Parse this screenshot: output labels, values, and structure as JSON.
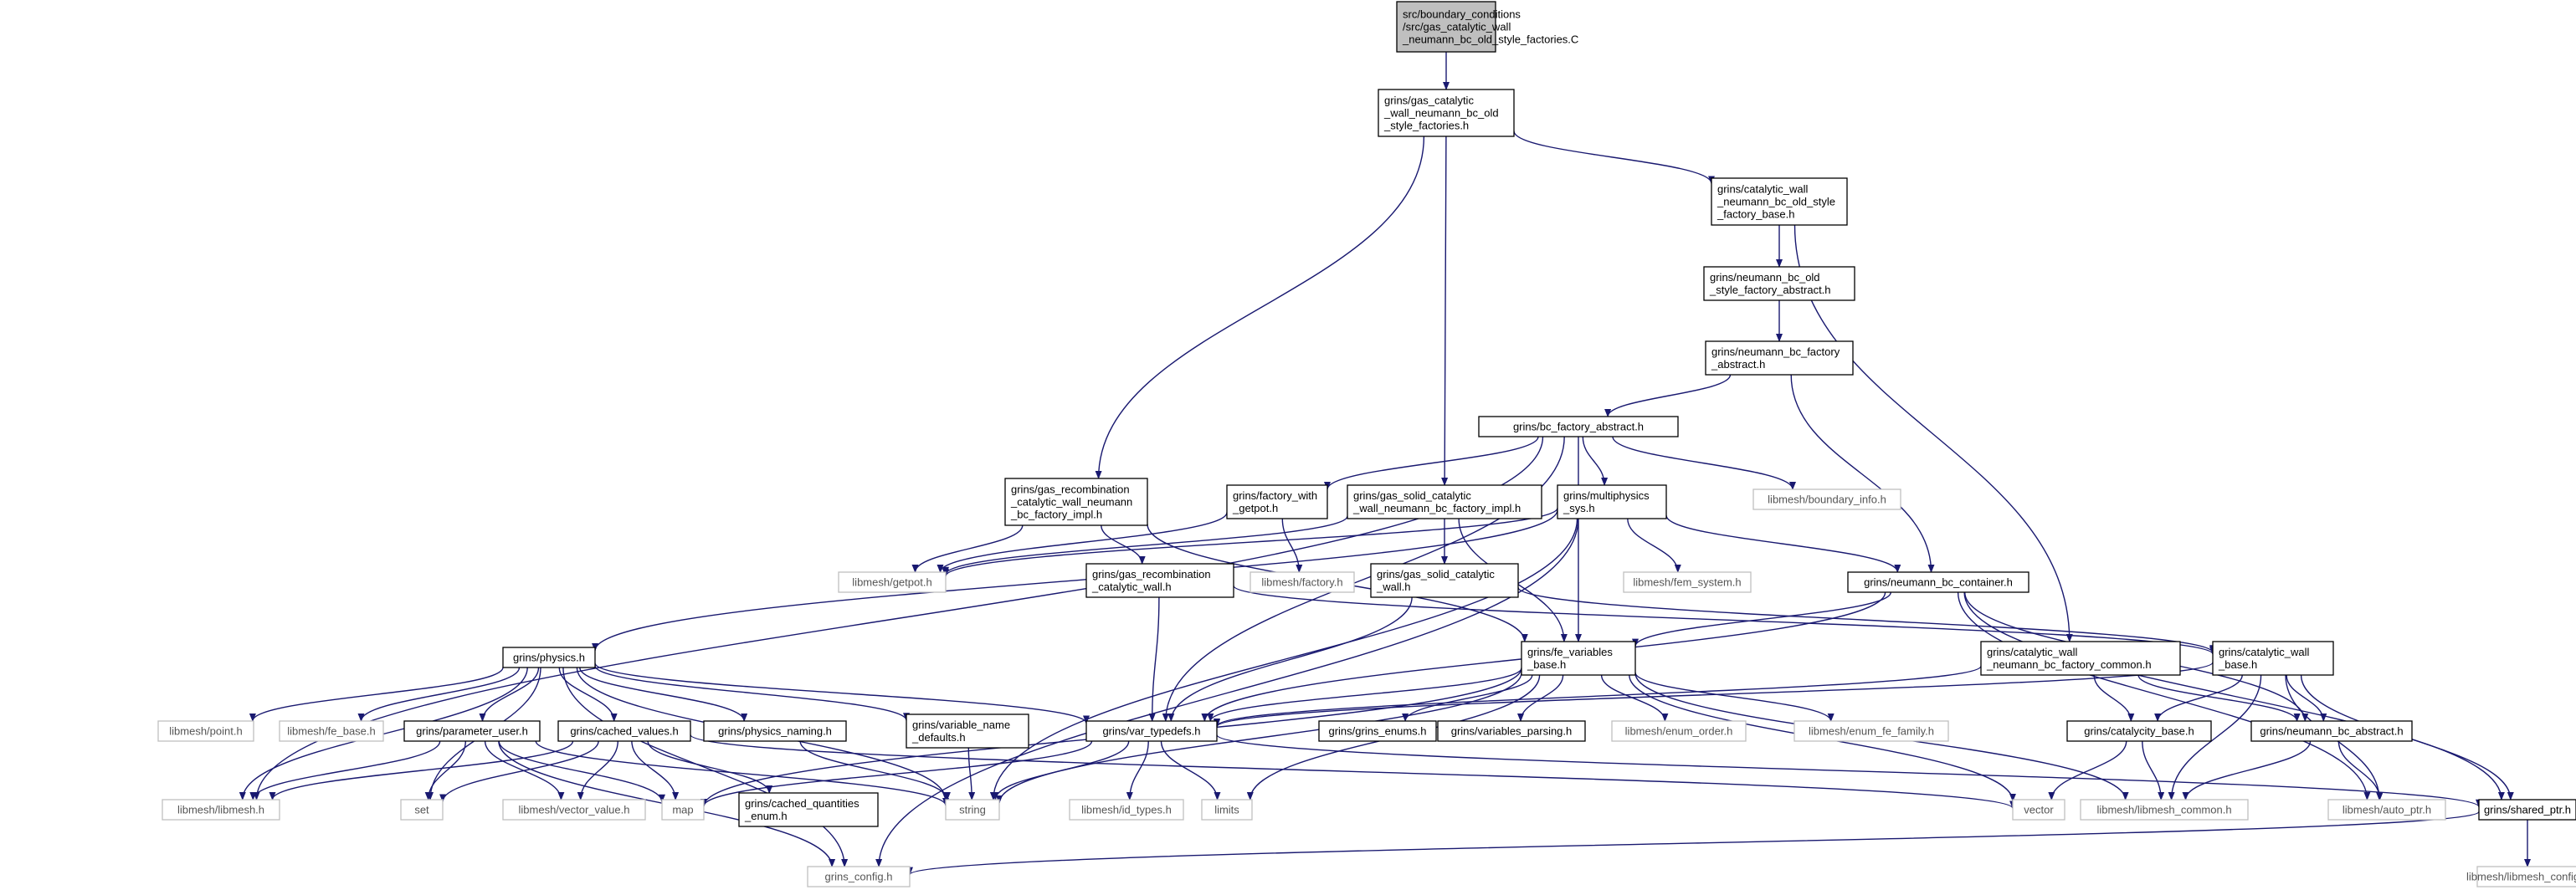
{
  "colors": {
    "edge": "#191970",
    "root_fill": "#bfbfbf",
    "node_border": "#000000",
    "external_border": "#bfbfbf",
    "external_text": "#555555"
  },
  "nodes": [
    {
      "id": "root",
      "kind": "root",
      "lines": [
        "src/boundary_conditions",
        "/src/gas_catalytic_wall",
        "_neumann_bc_old_style_factories.C"
      ]
    },
    {
      "id": "gcw_old",
      "kind": "file",
      "lines": [
        "grins/gas_catalytic",
        "_wall_neumann_bc_old",
        "_style_factories.h"
      ]
    },
    {
      "id": "cw_old_base",
      "kind": "file",
      "lines": [
        "grins/catalytic_wall",
        "_neumann_bc_old_style",
        "_factory_base.h"
      ]
    },
    {
      "id": "nbc_old_abs",
      "kind": "file",
      "lines": [
        "grins/neumann_bc_old",
        "_style_factory_abstract.h"
      ]
    },
    {
      "id": "nbc_fac_abs",
      "kind": "file",
      "lines": [
        "grins/neumann_bc_factory",
        "_abstract.h"
      ]
    },
    {
      "id": "bc_fac_abs",
      "kind": "file",
      "lines": [
        "grins/bc_factory_abstract.h"
      ]
    },
    {
      "id": "gas_recomb_impl",
      "kind": "file",
      "lines": [
        "grins/gas_recombination",
        "_catalytic_wall_neumann",
        "_bc_factory_impl.h"
      ]
    },
    {
      "id": "factory_getpot",
      "kind": "file",
      "lines": [
        "grins/factory_with",
        "_getpot.h"
      ]
    },
    {
      "id": "gas_solid_impl",
      "kind": "file",
      "lines": [
        "grins/gas_solid_catalytic",
        "_wall_neumann_bc_factory_impl.h"
      ]
    },
    {
      "id": "multiphysics",
      "kind": "file",
      "lines": [
        "grins/multiphysics",
        "_sys.h"
      ]
    },
    {
      "id": "boundary_info",
      "kind": "ext",
      "lines": [
        "libmesh/boundary_info.h"
      ]
    },
    {
      "id": "getpot",
      "kind": "ext",
      "lines": [
        "libmesh/getpot.h"
      ]
    },
    {
      "id": "gas_recomb_cw",
      "kind": "file",
      "lines": [
        "grins/gas_recombination",
        "_catalytic_wall.h"
      ]
    },
    {
      "id": "lm_factory",
      "kind": "ext",
      "lines": [
        "libmesh/factory.h"
      ]
    },
    {
      "id": "gas_solid_cw",
      "kind": "file",
      "lines": [
        "grins/gas_solid_catalytic",
        "_wall.h"
      ]
    },
    {
      "id": "fem_system",
      "kind": "ext",
      "lines": [
        "libmesh/fem_system.h"
      ]
    },
    {
      "id": "nbc_container",
      "kind": "file",
      "lines": [
        "grins/neumann_bc_container.h"
      ]
    },
    {
      "id": "physics",
      "kind": "file",
      "lines": [
        "grins/physics.h"
      ]
    },
    {
      "id": "fe_var_base",
      "kind": "file",
      "lines": [
        "grins/fe_variables",
        "_base.h"
      ]
    },
    {
      "id": "cw_common",
      "kind": "file",
      "lines": [
        "grins/catalytic_wall",
        "_neumann_bc_factory_common.h"
      ]
    },
    {
      "id": "cw_base",
      "kind": "file",
      "lines": [
        "grins/catalytic_wall",
        "_base.h"
      ]
    },
    {
      "id": "point",
      "kind": "ext",
      "lines": [
        "libmesh/point.h"
      ]
    },
    {
      "id": "fe_base",
      "kind": "ext",
      "lines": [
        "libmesh/fe_base.h"
      ]
    },
    {
      "id": "param_user",
      "kind": "file",
      "lines": [
        "grins/parameter_user.h"
      ]
    },
    {
      "id": "cached_values",
      "kind": "file",
      "lines": [
        "grins/cached_values.h"
      ]
    },
    {
      "id": "phys_naming",
      "kind": "file",
      "lines": [
        "grins/physics_naming.h"
      ]
    },
    {
      "id": "var_name_defaults",
      "kind": "file",
      "lines": [
        "grins/variable_name",
        "_defaults.h"
      ]
    },
    {
      "id": "var_typedefs",
      "kind": "file",
      "lines": [
        "grins/var_typedefs.h"
      ]
    },
    {
      "id": "grins_enums",
      "kind": "file",
      "lines": [
        "grins/grins_enums.h"
      ]
    },
    {
      "id": "var_parsing",
      "kind": "file",
      "lines": [
        "grins/variables_parsing.h"
      ]
    },
    {
      "id": "enum_order",
      "kind": "ext",
      "lines": [
        "libmesh/enum_order.h"
      ]
    },
    {
      "id": "enum_fe_family",
      "kind": "ext",
      "lines": [
        "libmesh/enum_fe_family.h"
      ]
    },
    {
      "id": "catalycity_base",
      "kind": "file",
      "lines": [
        "grins/catalycity_base.h"
      ]
    },
    {
      "id": "nbc_abstract",
      "kind": "file",
      "lines": [
        "grins/neumann_bc_abstract.h"
      ]
    },
    {
      "id": "libmesh_h",
      "kind": "ext",
      "lines": [
        "libmesh/libmesh.h"
      ]
    },
    {
      "id": "set",
      "kind": "ext",
      "lines": [
        "set"
      ]
    },
    {
      "id": "vector_value",
      "kind": "ext",
      "lines": [
        "libmesh/vector_value.h"
      ]
    },
    {
      "id": "map",
      "kind": "ext",
      "lines": [
        "map"
      ]
    },
    {
      "id": "cached_q_enum",
      "kind": "file",
      "lines": [
        "grins/cached_quantities",
        "_enum.h"
      ]
    },
    {
      "id": "string",
      "kind": "ext",
      "lines": [
        "string"
      ]
    },
    {
      "id": "id_types",
      "kind": "ext",
      "lines": [
        "libmesh/id_types.h"
      ]
    },
    {
      "id": "limits",
      "kind": "ext",
      "lines": [
        "limits"
      ]
    },
    {
      "id": "vector",
      "kind": "ext",
      "lines": [
        "vector"
      ]
    },
    {
      "id": "libmesh_common",
      "kind": "ext",
      "lines": [
        "libmesh/libmesh_common.h"
      ]
    },
    {
      "id": "auto_ptr",
      "kind": "ext",
      "lines": [
        "libmesh/auto_ptr.h"
      ]
    },
    {
      "id": "shared_ptr",
      "kind": "file",
      "lines": [
        "grins/shared_ptr.h"
      ]
    },
    {
      "id": "grins_config",
      "kind": "ext",
      "lines": [
        "grins_config.h"
      ]
    },
    {
      "id": "libmesh_config",
      "kind": "ext",
      "lines": [
        "libmesh/libmesh_config.h"
      ]
    }
  ],
  "edges": [
    [
      "root",
      "gcw_old"
    ],
    [
      "gcw_old",
      "gas_recomb_impl"
    ],
    [
      "gcw_old",
      "gas_solid_impl"
    ],
    [
      "gcw_old",
      "cw_old_base"
    ],
    [
      "cw_old_base",
      "nbc_old_abs"
    ],
    [
      "cw_old_base",
      "cw_common"
    ],
    [
      "nbc_old_abs",
      "nbc_fac_abs"
    ],
    [
      "nbc_fac_abs",
      "bc_fac_abs"
    ],
    [
      "nbc_fac_abs",
      "nbc_container"
    ],
    [
      "bc_fac_abs",
      "factory_getpot"
    ],
    [
      "bc_fac_abs",
      "multiphysics"
    ],
    [
      "bc_fac_abs",
      "boundary_info"
    ],
    [
      "bc_fac_abs",
      "libmesh_h"
    ],
    [
      "bc_fac_abs",
      "var_typedefs"
    ],
    [
      "bc_fac_abs",
      "fe_var_base"
    ],
    [
      "gas_recomb_impl",
      "getpot"
    ],
    [
      "gas_recomb_impl",
      "gas_recomb_cw"
    ],
    [
      "gas_recomb_impl",
      "fe_var_base"
    ],
    [
      "factory_getpot",
      "getpot"
    ],
    [
      "factory_getpot",
      "lm_factory"
    ],
    [
      "gas_solid_impl",
      "getpot"
    ],
    [
      "gas_solid_impl",
      "gas_solid_cw"
    ],
    [
      "gas_solid_impl",
      "fe_var_base"
    ],
    [
      "multiphysics",
      "getpot"
    ],
    [
      "multiphysics",
      "fem_system"
    ],
    [
      "multiphysics",
      "nbc_container"
    ],
    [
      "multiphysics",
      "physics"
    ],
    [
      "multiphysics",
      "string"
    ],
    [
      "multiphysics",
      "grins_config"
    ],
    [
      "gas_recomb_cw",
      "cw_base"
    ],
    [
      "gas_recomb_cw",
      "var_typedefs"
    ],
    [
      "gas_solid_cw",
      "cw_base"
    ],
    [
      "gas_solid_cw",
      "var_typedefs"
    ],
    [
      "nbc_container",
      "fe_var_base"
    ],
    [
      "nbc_container",
      "var_typedefs"
    ],
    [
      "nbc_container",
      "nbc_abstract"
    ],
    [
      "nbc_container",
      "shared_ptr"
    ],
    [
      "nbc_container",
      "auto_ptr"
    ],
    [
      "physics",
      "point"
    ],
    [
      "physics",
      "fe_base"
    ],
    [
      "physics",
      "param_user"
    ],
    [
      "physics",
      "cached_values"
    ],
    [
      "physics",
      "phys_naming"
    ],
    [
      "physics",
      "var_name_defaults"
    ],
    [
      "physics",
      "var_typedefs"
    ],
    [
      "physics",
      "libmesh_h"
    ],
    [
      "physics",
      "set"
    ],
    [
      "physics",
      "string"
    ],
    [
      "physics",
      "grins_config"
    ],
    [
      "fe_var_base",
      "var_typedefs"
    ],
    [
      "fe_var_base",
      "grins_enums"
    ],
    [
      "fe_var_base",
      "var_parsing"
    ],
    [
      "fe_var_base",
      "enum_order"
    ],
    [
      "fe_var_base",
      "enum_fe_family"
    ],
    [
      "fe_var_base",
      "libmesh_common"
    ],
    [
      "fe_var_base",
      "vector"
    ],
    [
      "fe_var_base",
      "string"
    ],
    [
      "fe_var_base",
      "limits"
    ],
    [
      "fe_var_base",
      "map"
    ],
    [
      "cw_common",
      "catalycity_base"
    ],
    [
      "cw_common",
      "nbc_abstract"
    ],
    [
      "cw_common",
      "var_typedefs"
    ],
    [
      "cw_base",
      "catalycity_base"
    ],
    [
      "cw_base",
      "nbc_abstract"
    ],
    [
      "cw_base",
      "var_typedefs"
    ],
    [
      "cw_base",
      "libmesh_common"
    ],
    [
      "cw_base",
      "shared_ptr"
    ],
    [
      "cw_base",
      "auto_ptr"
    ],
    [
      "param_user",
      "libmesh_h"
    ],
    [
      "param_user",
      "set"
    ],
    [
      "param_user",
      "vector_value"
    ],
    [
      "param_user",
      "map"
    ],
    [
      "param_user",
      "string"
    ],
    [
      "param_user",
      "grins_config"
    ],
    [
      "cached_values",
      "libmesh_h"
    ],
    [
      "cached_values",
      "set"
    ],
    [
      "cached_values",
      "vector_value"
    ],
    [
      "cached_values",
      "map"
    ],
    [
      "cached_values",
      "cached_q_enum"
    ],
    [
      "cached_values",
      "vector"
    ],
    [
      "phys_naming",
      "string"
    ],
    [
      "var_name_defaults",
      "string"
    ],
    [
      "var_typedefs",
      "id_types"
    ],
    [
      "var_typedefs",
      "limits"
    ],
    [
      "var_typedefs",
      "string"
    ],
    [
      "var_typedefs",
      "map"
    ],
    [
      "var_typedefs",
      "shared_ptr"
    ],
    [
      "catalycity_base",
      "libmesh_common"
    ],
    [
      "catalycity_base",
      "vector"
    ],
    [
      "nbc_abstract",
      "libmesh_common"
    ],
    [
      "nbc_abstract",
      "auto_ptr"
    ],
    [
      "shared_ptr",
      "grins_config"
    ],
    [
      "shared_ptr",
      "libmesh_config"
    ]
  ]
}
